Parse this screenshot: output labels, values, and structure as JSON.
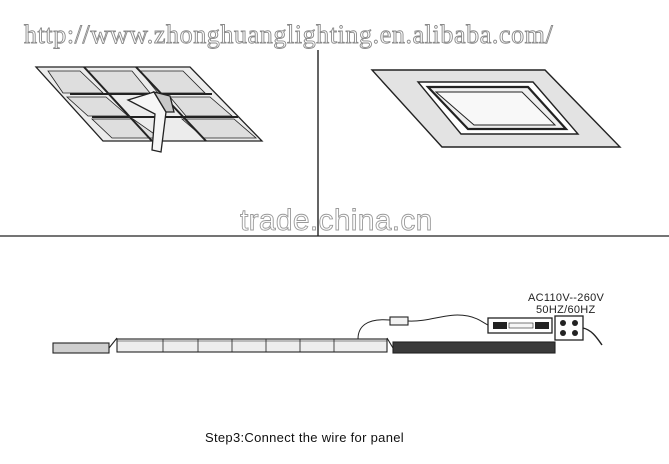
{
  "watermark": {
    "url": "http://www.zhonghuanglighting.en.alibaba.com/",
    "trade": "trade.china.cn"
  },
  "power": {
    "voltage": "AC110V--260V",
    "frequency": "50HZ/60HZ"
  },
  "caption": "Step3:Connect the wire for panel"
}
